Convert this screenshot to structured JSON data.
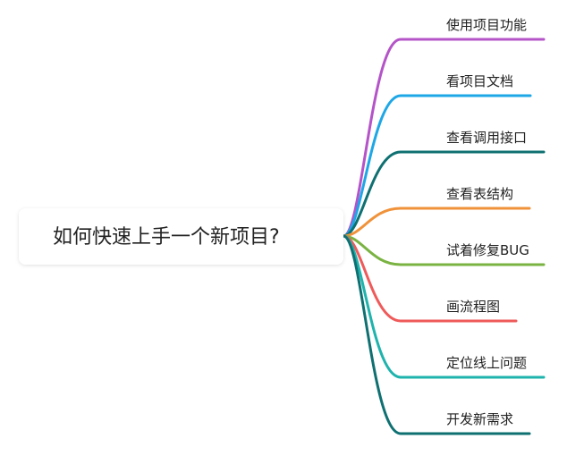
{
  "mindmap": {
    "root": {
      "label": "如何快速上手一个新项目?"
    },
    "branches": [
      {
        "label": "使用项目功能",
        "color": "#b454c8"
      },
      {
        "label": "看项目文档",
        "color": "#1ea7e6"
      },
      {
        "label": "查看调用接口",
        "color": "#0f7072"
      },
      {
        "label": "查看表结构",
        "color": "#f0923a"
      },
      {
        "label": "试着修复BUG",
        "color": "#7ab342"
      },
      {
        "label": "画流程图",
        "color": "#ef5a5a"
      },
      {
        "label": "定位线上问题",
        "color": "#1fb3ad"
      },
      {
        "label": "开发新需求",
        "color": "#0f7072"
      }
    ]
  }
}
